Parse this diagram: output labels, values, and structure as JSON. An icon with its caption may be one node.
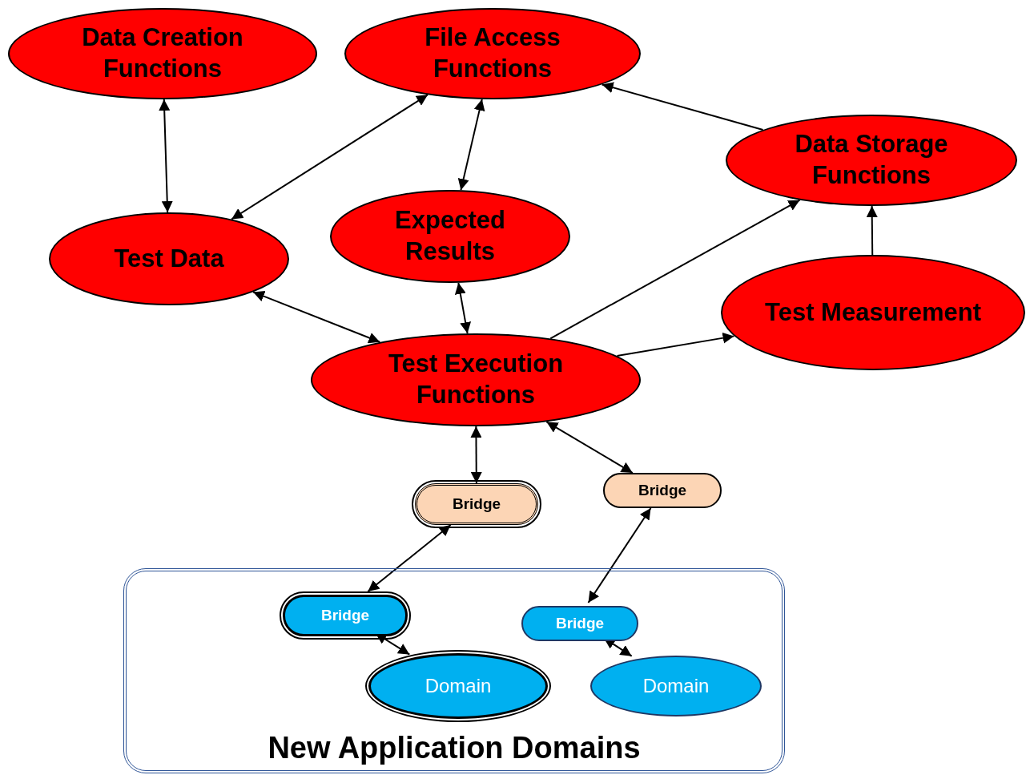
{
  "diagram": {
    "nodes": [
      {
        "text": [
          "Data Creation Functions"
        ]
      },
      {
        "text": [
          "File Access Functions"
        ]
      },
      {
        "text": [
          "Data Storage Functions"
        ]
      },
      {
        "text": [
          "Test Data"
        ]
      },
      {
        "text": [
          "Expected Results"
        ]
      },
      {
        "text": [
          "Test Measurement"
        ]
      },
      {
        "text": [
          "Test Execution Functions"
        ]
      },
      {
        "text": [
          "Bridge"
        ]
      },
      {
        "text": [
          "Bridge"
        ]
      },
      {
        "text": [
          "New Application Domains"
        ]
      },
      {
        "text": [
          "Bridge"
        ],
        "in": 9
      },
      {
        "text": [
          "Bridge"
        ],
        "in": 9
      },
      {
        "text": [
          "Domain"
        ],
        "in": 9
      },
      {
        "text": [
          "Domain"
        ],
        "in": 9
      }
    ],
    "edges": [
      {
        "from": 0,
        "to": 3,
        "arrow": "both"
      },
      {
        "from": 3,
        "to": 1,
        "arrow": "both"
      },
      {
        "from": 1,
        "to": 4,
        "arrow": "both"
      },
      {
        "from": 3,
        "to": 6,
        "arrow": "both"
      },
      {
        "from": 4,
        "to": 6,
        "arrow": "both"
      },
      {
        "from": 6,
        "to": 2,
        "arrow": "to"
      },
      {
        "from": 2,
        "to": 1,
        "arrow": "to"
      },
      {
        "from": 5,
        "to": 2,
        "arrow": "to"
      },
      {
        "from": 6,
        "to": 5,
        "arrow": "to"
      },
      {
        "from": 6,
        "to": 7,
        "arrow": "both"
      },
      {
        "from": 6,
        "to": 8,
        "arrow": "both"
      },
      {
        "from": 7,
        "to": 10,
        "arrow": "both"
      },
      {
        "from": 8,
        "to": 11,
        "arrow": "both"
      },
      {
        "from": 10,
        "to": 12,
        "arrow": "both"
      },
      {
        "from": 11,
        "to": 13,
        "arrow": "both"
      }
    ]
  }
}
